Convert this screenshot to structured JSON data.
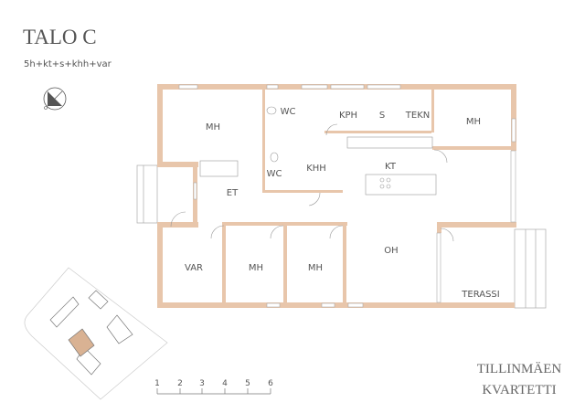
{
  "header": {
    "title": "TALO C",
    "subtitle": "5h+kt+s+khh+var"
  },
  "rooms": [
    "MH",
    "WC",
    "KPH",
    "S",
    "TEKN",
    "MH",
    "WC",
    "KHH",
    "KT",
    "ET",
    "VAR",
    "MH",
    "MH",
    "OH",
    "TERASSI"
  ],
  "brand": {
    "line1": "TILLINMÄEN",
    "line2": "KVARTETTI"
  },
  "scale": {
    "ticks": [
      "1",
      "2",
      "3",
      "4",
      "5",
      "6"
    ]
  },
  "colors": {
    "wall": "#e8c6ab",
    "line": "#555555",
    "highlight": "#d9b293"
  }
}
